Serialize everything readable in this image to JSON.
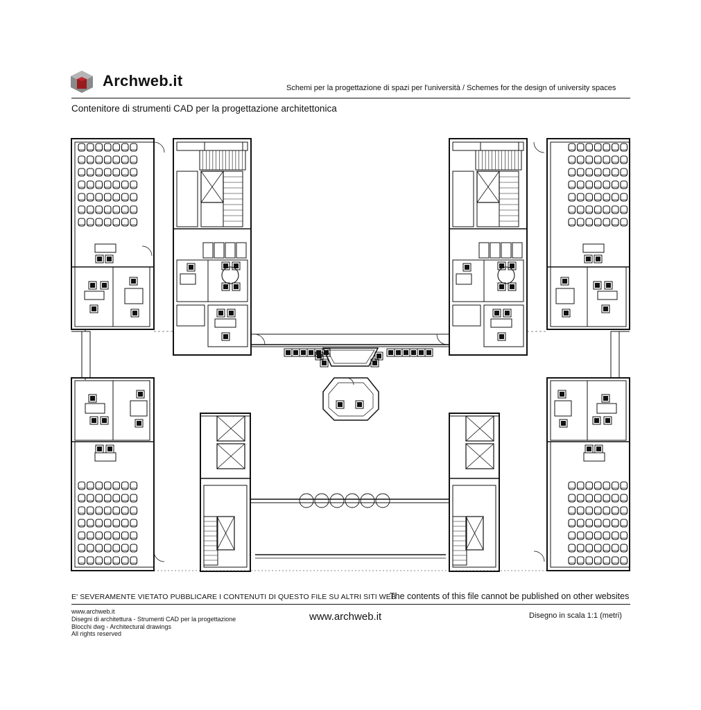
{
  "header": {
    "brand": "Archweb.it",
    "subtitle": "Schemi per la progettazione di spazi per l'università  /  Schemes for the design of university spaces",
    "container_title": "Contenitore di strumenti CAD per la progettazione architettonica"
  },
  "footer": {
    "warning_it": "E' SEVERAMENTE VIETATO PUBBLICARE I CONTENUTI DI QUESTO FILE SU ALTRI SITI WEB",
    "warning_en": "The contents of this file cannot be published on other websites",
    "left_lines": [
      "www.archweb.it",
      "Disegni di architettura - Strumenti CAD  per la progettazione",
      "Blocchi dwg - Architectural drawings",
      "All rights reserved"
    ],
    "site": "www.archweb.it",
    "scale": "Disegno in scala 1:1 (metri)"
  },
  "colors": {
    "logo_red": "#9a1b1e",
    "logo_gray": "#8a8a8a",
    "ink": "#111111"
  },
  "icons": {
    "logo": "cube-logo-icon"
  }
}
